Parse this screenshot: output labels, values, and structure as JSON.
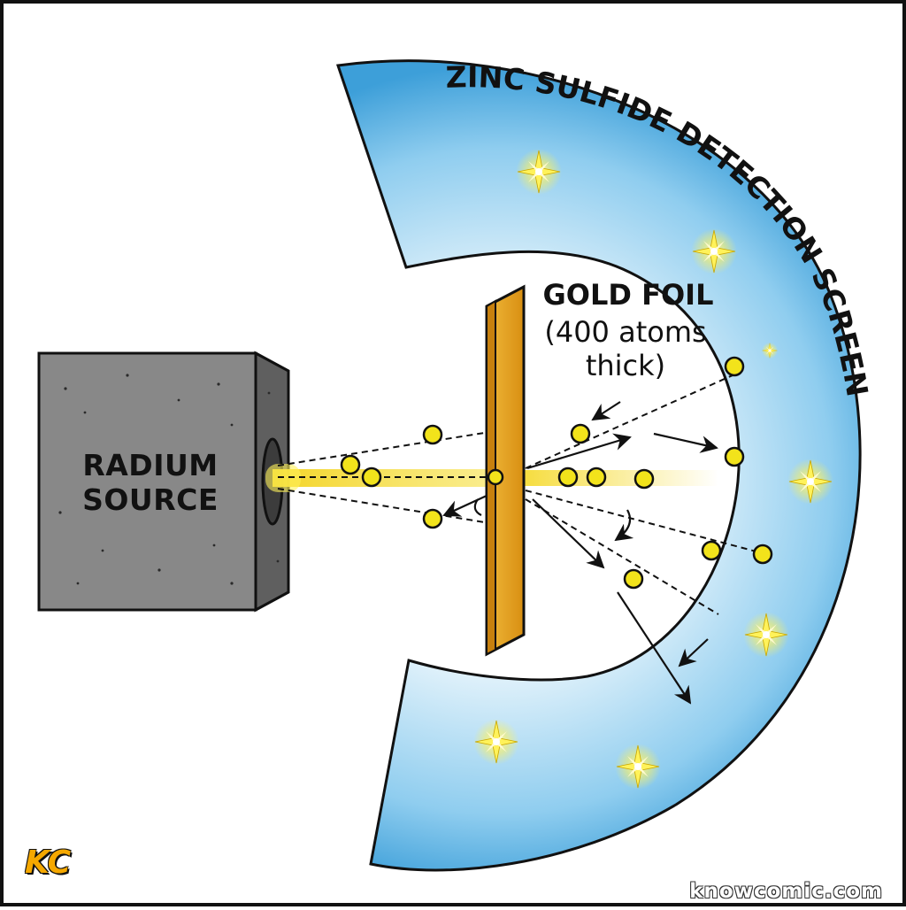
{
  "labels": {
    "screen": "ZINC SULFIDE DETECTION SCREEN",
    "foil_line1": "GOLD FOIL",
    "foil_line2": "(400 atoms",
    "foil_line3": "thick)",
    "source_line1": "RADIUM",
    "source_line2": "SOURCE"
  },
  "branding": {
    "logo": "KC",
    "watermark": "knowcomic.com"
  },
  "colors": {
    "screen_blue": "#5bb8e8",
    "gold_foil": "#e8a825",
    "beam_yellow": "#f3d21c",
    "alpha_particle": "#f2e31b",
    "source_gray": "#8a8a8a",
    "flash_yellow": "#fff25a"
  },
  "icons": [
    "scintillation-flash-icon",
    "alpha-particle-icon",
    "direction-arrow-icon"
  ]
}
